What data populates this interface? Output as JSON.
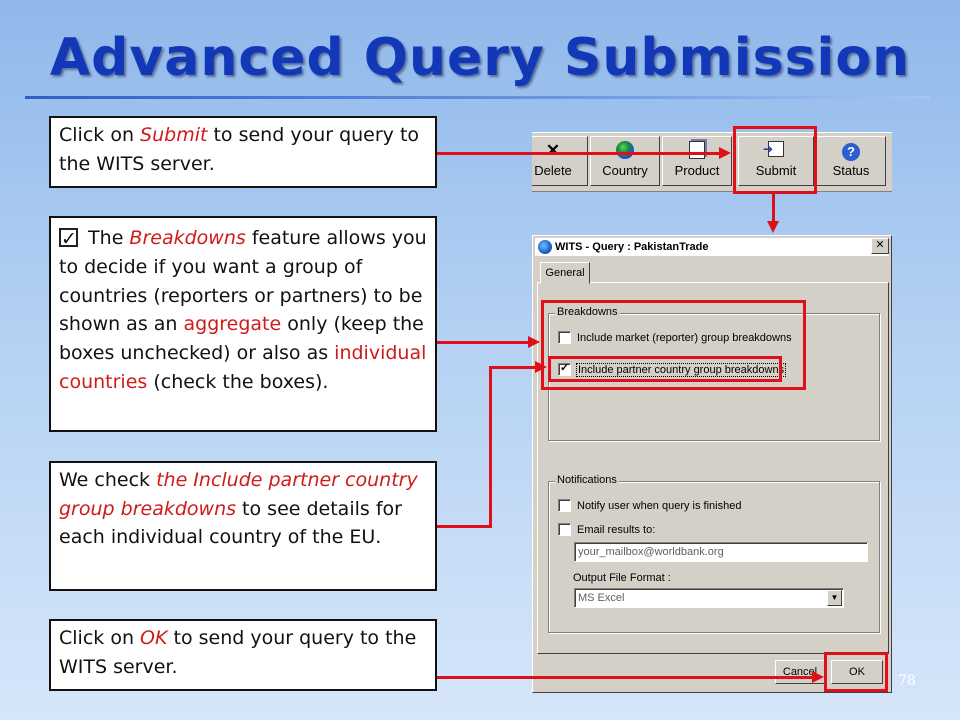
{
  "slide": {
    "title": "Advanced Query Submission",
    "page_number": "78"
  },
  "callouts": {
    "submit": {
      "part1": "Click on ",
      "emph": "Submit",
      "part2": " to send your query to the WITS server."
    },
    "breakdowns": {
      "part1": " The ",
      "emph": "Breakdowns",
      "part2": " feature allows you to decide if you want a group of countries (reporters or partners) to be shown as an ",
      "red1": "aggregate",
      "part3": " only (keep the boxes unchecked) or also as ",
      "red2": "individual countries",
      "part4": " (check the boxes)."
    },
    "partner": {
      "part1": "We check ",
      "emph": "the Include partner country group breakdowns",
      "part2": " to see details for each individual country of the EU."
    },
    "ok": {
      "part1": "Click on ",
      "emph": "OK",
      "part2": " to send your query to the WITS server."
    }
  },
  "toolbar": {
    "buttons": [
      {
        "label": "Delete",
        "icon": "delete-x-icon"
      },
      {
        "label": "Country",
        "icon": "globe-icon"
      },
      {
        "label": "Product",
        "icon": "product-icon"
      },
      {
        "label": "Submit",
        "icon": "submit-icon"
      },
      {
        "label": "Status",
        "icon": "help-icon"
      }
    ]
  },
  "dialog": {
    "title": "WITS - Query : PakistanTrade",
    "close": "✕",
    "tab": "General",
    "breakdowns": {
      "label": "Breakdowns",
      "market": {
        "label": "Include market (reporter)  group breakdowns",
        "checked": false
      },
      "partner": {
        "label": "Include partner country group breakdowns",
        "checked": true
      }
    },
    "notifications": {
      "label": "Notifications",
      "notify": {
        "label": "Notify user when query is finished",
        "checked": false
      },
      "email": {
        "label": "Email results to:",
        "checked": false
      },
      "email_value": "your_mailbox@worldbank.org",
      "format_label": "Output File Format :",
      "format_value": "MS Excel"
    },
    "cancel": "Cancel",
    "ok": "OK"
  },
  "colors": {
    "title": "#1238b8",
    "highlight": "#d11a1a",
    "annotation": "#e0101a"
  }
}
